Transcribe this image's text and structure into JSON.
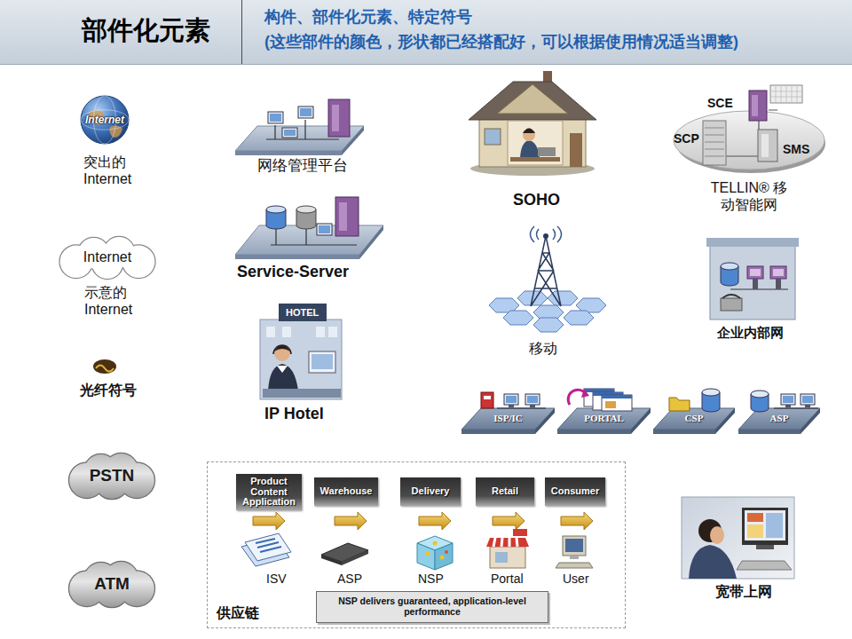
{
  "diagram": {
    "title": "部件化元素",
    "nodes": [
      {
        "text": [
          "Internet",
          "突出的 Internet"
        ]
      },
      {
        "text": [
          "Internet",
          "示意的 Internet"
        ]
      },
      {
        "text": [
          "SCE",
          "SCP",
          "SMS",
          "TELLIN® 移动智能网"
        ]
      },
      {
        "text": [
          "ISP/IC"
        ]
      },
      {
        "text": [
          "PORTAL"
        ]
      },
      {
        "text": [
          "CSP"
        ]
      },
      {
        "text": [
          "ASP"
        ]
      },
      {
        "text": [
          "PSTN"
        ]
      },
      {
        "text": [
          "供应链"
        ]
      },
      {
        "text": [
          "Product Content Application"
        ],
        "in": 8
      },
      {
        "text": [
          "Warehouse"
        ],
        "in": 8
      },
      {
        "text": [
          "Delivery"
        ],
        "in": 8
      },
      {
        "text": [
          "Retail"
        ],
        "in": 8
      },
      {
        "text": [
          "Consumer"
        ],
        "in": 8
      },
      {
        "text": [
          "NSP delivers guaranteed, application-level performance"
        ],
        "in": 8
      },
      {
        "text": [
          "ATM"
        ]
      }
    ],
    "labels": [
      "构件、部件化元素、特定符号",
      "(这些部件的颜色，形状都已经搭配好，可以根据使用情况适当调整)",
      "网络管理平台",
      "Service-Server",
      "IP Hotel",
      "HOTEL",
      "SOHO",
      "移动",
      "企业内部网",
      "光纤符号",
      "宽带上网",
      "ISV",
      "ASP",
      "NSP",
      "Portal",
      "User"
    ]
  }
}
